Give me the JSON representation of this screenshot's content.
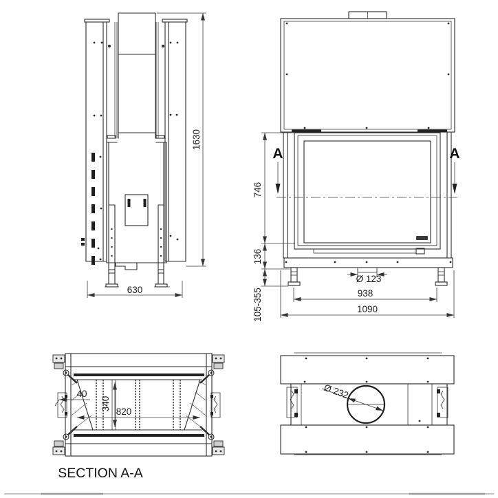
{
  "drawing": {
    "background": "#ffffff",
    "line_color": "#2b2b2b",
    "views": {
      "side": {
        "dim_height": "1630",
        "dim_depth": "630"
      },
      "front": {
        "section_letter": "A",
        "dim_door_height": "746",
        "dim_base_height": "136",
        "dim_leg_range": "105-355",
        "dim_intake_diameter": "Ø 123",
        "dim_leg_span": "938",
        "dim_total_width": "1090"
      },
      "section": {
        "title": "SECTION A-A",
        "dim_wall_thickness": "40",
        "dim_inner_depth": "340",
        "dim_inner_width": "820"
      },
      "top": {
        "dim_flue_diameter": "Ø 232"
      }
    }
  }
}
